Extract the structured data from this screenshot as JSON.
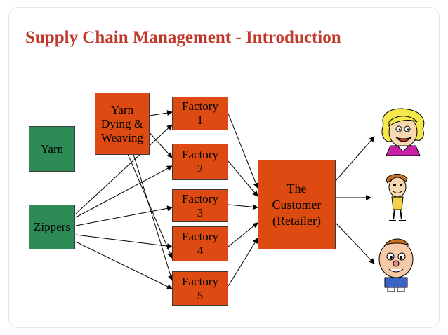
{
  "title": "Supply Chain Management - Introduction",
  "nodes": {
    "yarn": "Yarn",
    "zippers": "Zippers",
    "yarn_dying": "Yarn\nDying &\nWeaving",
    "factory1": "Factory\n1",
    "factory2": "Factory\n2",
    "factory3": "Factory\n3",
    "factory4": "Factory\n4",
    "factory5": "Factory\n5",
    "customer": "The\nCustomer\n(Retailer)"
  },
  "colors": {
    "title": "#c0392b",
    "supplier": "#2e8b57",
    "process": "#dd4b12"
  },
  "icons": [
    "woman-cartoon-icon",
    "man-cartoon-icon",
    "child-cartoon-icon"
  ]
}
